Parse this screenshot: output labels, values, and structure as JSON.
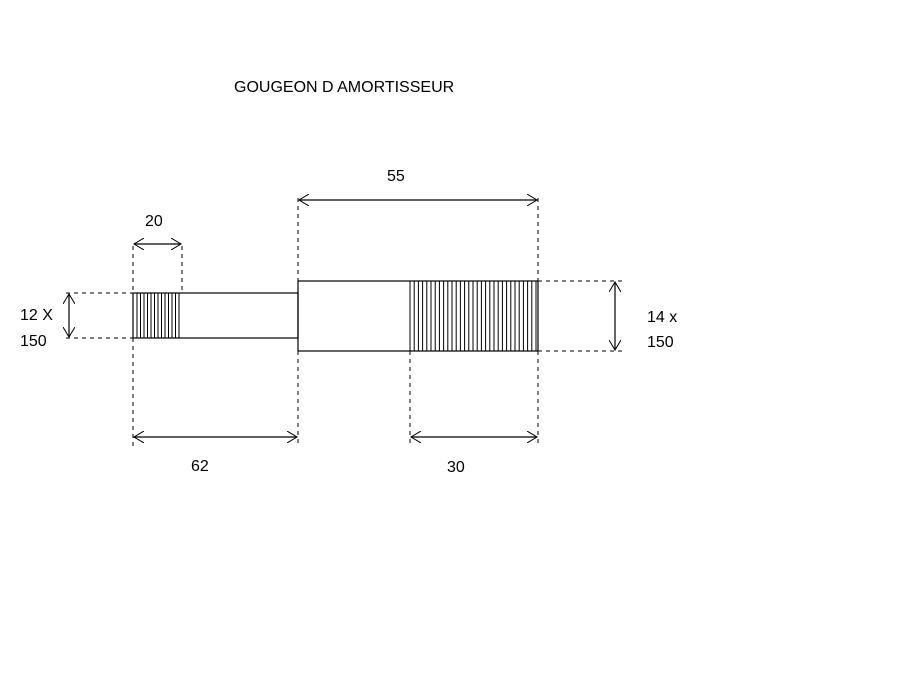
{
  "title": "GOUGEON D AMORTISSEUR",
  "thin_section": {
    "diameter_line1": "12 X",
    "diameter_line2": "150",
    "thread_length": "20",
    "length": "62"
  },
  "thick_section": {
    "diameter_line1": "14 x",
    "diameter_line2": "150",
    "length": "55",
    "thread_length": "30"
  },
  "colors": {
    "stroke": "#000000",
    "background": "#ffffff"
  }
}
